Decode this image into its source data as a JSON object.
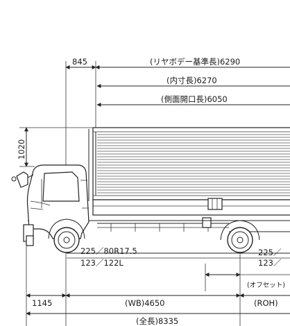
{
  "dimensions": {
    "front_overhang": "845",
    "rear_body_length": "(リヤボデー基準長)6290",
    "inner_length": "(内寸長)6270",
    "side_opening_length": "(側面開口長)6050",
    "roof_height": "1020",
    "front_tire": "225／80R17.5",
    "front_load_index": "123／122L",
    "rear_tire": "225／",
    "rear_load_index": "123／",
    "offset": "(オフセット)",
    "front_length": "1145",
    "wheelbase": "(WB)4650",
    "rear_overhang": "(ROH)",
    "overall_length": "(全長)8335"
  }
}
